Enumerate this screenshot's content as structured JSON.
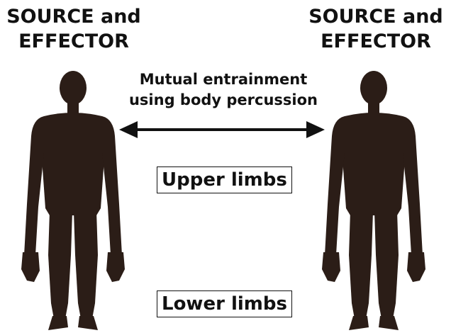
{
  "left_person": {
    "heading_line1": "SOURCE and",
    "heading_line2": "EFFECTOR"
  },
  "right_person": {
    "heading_line1": "SOURCE and",
    "heading_line2": "EFFECTOR"
  },
  "connection": {
    "line1": "Mutual entrainment",
    "line2": "using body percussion",
    "arrow": "bidirectional"
  },
  "labels": {
    "upper": "Upper limbs",
    "lower": "Lower limbs"
  },
  "colors": {
    "silhouette": "#2b1d17",
    "text": "#111111",
    "background": "#ffffff"
  }
}
